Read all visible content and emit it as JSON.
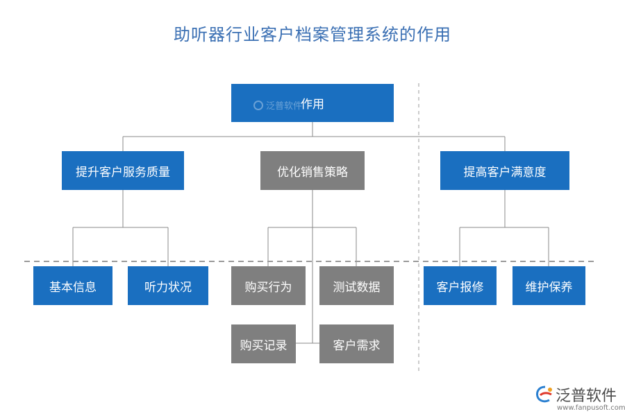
{
  "title": "助听器行业客户档案管理系统的作用",
  "root": {
    "label": "作用"
  },
  "categories": [
    {
      "label": "提升客户服务质量",
      "children": [
        "基本信息",
        "听力状况"
      ]
    },
    {
      "label": "优化销售策略",
      "children": [
        "购买行为",
        "测试数据",
        "购买记录",
        "客户需求"
      ]
    },
    {
      "label": "提高客户满意度",
      "children": [
        "客户报修",
        "维护保养"
      ]
    }
  ],
  "watermark": {
    "brand": "泛普软件",
    "url": "www.fanpusoft.com"
  },
  "colors": {
    "blue": "#1a6fc0",
    "gray": "#7f7f7f",
    "title": "#3a6fb3",
    "line": "#888888"
  }
}
